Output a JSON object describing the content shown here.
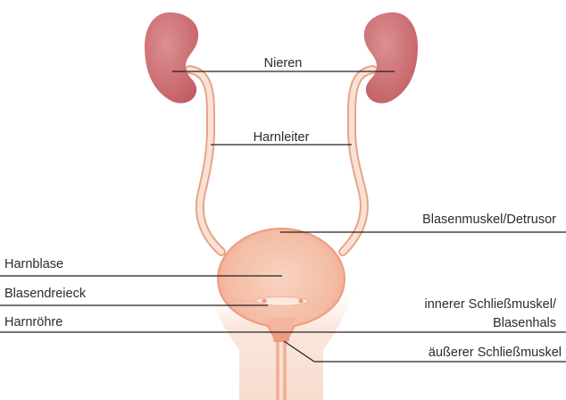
{
  "labels": {
    "kidneys": "Nieren",
    "ureter": "Harnleiter",
    "detrusor": "Blasenmuskel/Detrusor",
    "bladder": "Harnblase",
    "trigone": "Blasendreieck",
    "urethra": "Harnröhre",
    "internal_sphincter_line1": "innerer Schließmuskel/",
    "internal_sphincter_line2": "Blasenhals",
    "external_sphincter": "äußerer Schließmuskel"
  },
  "colors": {
    "kidney": "#c96569",
    "kidney_light": "#dc8f92",
    "ureter_fill": "#f7d6c4",
    "ureter_stroke": "#e6a489",
    "bladder_outer": "#f2b096",
    "bladder_inner": "#f5c2ab",
    "pelvis_skin": "#fbe6dd",
    "leader_line": "#222222"
  }
}
